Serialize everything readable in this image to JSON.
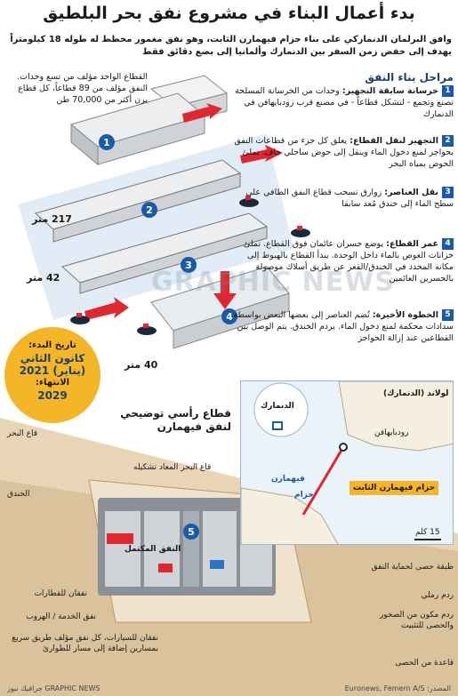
{
  "title": "بدء أعمال البناء في مشروع نفق بحر البلطيق",
  "intro": "وافق البرلمان الدنماركي على بناء حزام فيهمارن الثابت، وهو نفق مغمور مخطط له طوله 18 كيلومتراً يهدف إلى خفض زمن السفر بين الدنمارك وألمانيا إلى بضع دقائق فقط",
  "steps_title": "مراحل بناء النفق",
  "steps": [
    {
      "num": "1",
      "heading": "خرسانة سابقة التجهيز:",
      "text": "وحدات من الخرسانة المسلحة تصنع وتجمع - لتشكل قطاعاً - في مصنع قرب رودبايهافن في الدنمارك"
    },
    {
      "num": "2",
      "heading": "التجهيز لنقل القطاع:",
      "text": "يغلق كل جزء من قطاعات النفق بحواجز لمنع دخول الماء وينقل إلى حوض ساحلي جاف. يملئ الحوض بمياه البحر"
    },
    {
      "num": "3",
      "heading": "نقل العناصر:",
      "text": "زوارق تسحب قطاع النفق الطافي على سطح الماء إلى خندق مُعد سابقا"
    },
    {
      "num": "4",
      "heading": "غمر القطاع:",
      "text": "يوضع جسران عائمان فوق القطاع. تملئ خزانات الغوص بالماء داخل الوحدة. يبدأ القطاع بالهبوط إلى مكانه المحدد في الخندق/القعر عن طريق أسلاك موصولة بالجسرين العائمين"
    },
    {
      "num": "5",
      "heading": "الخطوة الأخيرة:",
      "text": "تُضم العناصر إلى بعضها البعض بواسطة سدادات محكمة لمنع دخول الماء. يردم الخندق. يتم الوصل بين القطاعين عند إزالة الحواجز"
    }
  ],
  "segment_note": "القطاع الواحد مؤلف من تسع وحدات. النفق مؤلف من 89 قطاعاً، كل قطاع يزن أكثر من 70,000 طن",
  "dimensions": {
    "length": "217 متر",
    "width": "42 متر",
    "height": "40 متر"
  },
  "timeline": {
    "start_label": "تاريخ البدء:",
    "start_date": "كانون الثاني (يناير) 2021",
    "end_label": "الانتهاء:",
    "end_year": "2029"
  },
  "section_title": "قطاع رأسي توضيحي لنفق فيهمارن",
  "map": {
    "denmark": "الدنمارك",
    "lolland": "لولاند (الدنمارك)",
    "rodbyhavn": "رودبايهافن",
    "fehmarn": "فيهمارن",
    "belt": "حزام",
    "fixed_link": "حزام فيهمارن الثابت",
    "scale": "15 كلم"
  },
  "cross_section": {
    "seabed": "قاع البحر",
    "trench": "الخندق",
    "dredged_seabed": "قاع البحر المعاد تشكيله",
    "tunnel_label": "النفق المكتمل",
    "rail": "نفقان للقطارات",
    "service": "نفق الخدمة / الهروب",
    "road": "نفقان للسيارات، كل نفق مؤلف طريق سريع بمسارين إضافة إلى مسار للطوارئ",
    "armour": "طبقة حصى لحماية النفق",
    "backfill": "ردم رملي",
    "locking_fill": "ردم مكون من الصخور والحصى للتثبيت",
    "gravel_bed": "قاعدة من الحصى"
  },
  "watermark": "GRAPHIC NEWS",
  "footer_left": "جرافيك نيوز GRAPHIC NEWS",
  "footer_right": "المصدر: Euronews, Femern A/S",
  "colors": {
    "accent": "#1a5aa8",
    "concrete": "#e6e8ea",
    "water": "#b9d4ee",
    "arrow": "#e0262f",
    "timeline": "#f4b526"
  }
}
